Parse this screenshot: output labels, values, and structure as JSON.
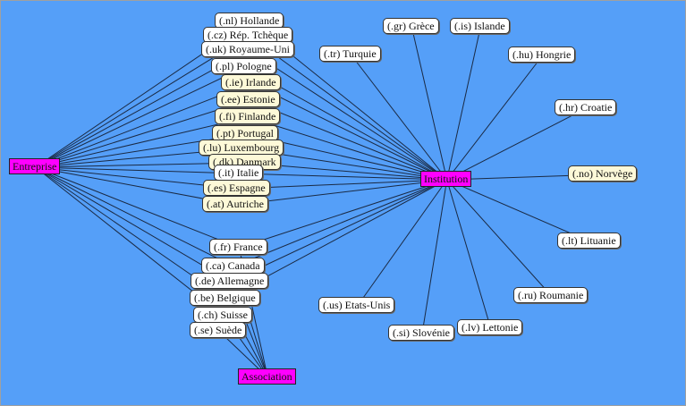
{
  "hubs": {
    "entreprise": "Entreprise",
    "institution": "Institution",
    "association": "Association"
  },
  "colors": {
    "background": "#559ff8",
    "hub": "#ff00ff",
    "node": "#ffffff",
    "node_highlight": "#fdf9d8"
  },
  "nodes": [
    {
      "id": "nl",
      "label": "(.nl) Hollande",
      "style": "white"
    },
    {
      "id": "cz",
      "label": "(.cz) Rép. Tchèque",
      "style": "white"
    },
    {
      "id": "uk",
      "label": "(.uk) Royaume-Uni",
      "style": "white"
    },
    {
      "id": "pl",
      "label": "(.pl) Pologne",
      "style": "white"
    },
    {
      "id": "ie",
      "label": "(.ie) Irlande",
      "style": "cream"
    },
    {
      "id": "ee",
      "label": "(.ee) Estonie",
      "style": "cream"
    },
    {
      "id": "fi",
      "label": "(.fi) Finlande",
      "style": "cream"
    },
    {
      "id": "pt",
      "label": "(.pt) Portugal",
      "style": "cream"
    },
    {
      "id": "lu",
      "label": "(.lu) Luxembourg",
      "style": "cream"
    },
    {
      "id": "dk",
      "label": "(.dk) Danmark",
      "style": "cream"
    },
    {
      "id": "it",
      "label": "(.it) Italie",
      "style": "white"
    },
    {
      "id": "es",
      "label": "(.es) Espagne",
      "style": "cream"
    },
    {
      "id": "at",
      "label": "(.at) Autriche",
      "style": "cream"
    },
    {
      "id": "fr",
      "label": "(.fr) France",
      "style": "white"
    },
    {
      "id": "ca",
      "label": "(.ca) Canada",
      "style": "white"
    },
    {
      "id": "de",
      "label": "(.de) Allemagne",
      "style": "white"
    },
    {
      "id": "be",
      "label": "(.be) Belgique",
      "style": "white"
    },
    {
      "id": "ch",
      "label": "(.ch) Suisse",
      "style": "white"
    },
    {
      "id": "se",
      "label": "(.se) Suède",
      "style": "white"
    },
    {
      "id": "gr",
      "label": "(.gr) Grèce",
      "style": "white"
    },
    {
      "id": "is",
      "label": "(.is) Islande",
      "style": "white"
    },
    {
      "id": "tr",
      "label": "(.tr) Turquie",
      "style": "white"
    },
    {
      "id": "hu",
      "label": "(.hu) Hongrie",
      "style": "white"
    },
    {
      "id": "hr",
      "label": "(.hr) Croatie",
      "style": "white"
    },
    {
      "id": "no",
      "label": "(.no) Norvège",
      "style": "cream"
    },
    {
      "id": "lt",
      "label": "(.lt) Lituanie",
      "style": "white"
    },
    {
      "id": "ru",
      "label": "(.ru) Roumanie",
      "style": "white"
    },
    {
      "id": "us",
      "label": "(.us) Etats-Unis",
      "style": "white"
    },
    {
      "id": "si",
      "label": "(.si) Slovénie",
      "style": "white"
    },
    {
      "id": "lv",
      "label": "(.lv) Lettonie",
      "style": "white"
    }
  ],
  "edges": {
    "entreprise": [
      "nl",
      "cz",
      "uk",
      "pl",
      "ie",
      "ee",
      "fi",
      "pt",
      "lu",
      "dk",
      "it",
      "es",
      "at",
      "fr",
      "ca",
      "de",
      "be",
      "ch"
    ],
    "institution": [
      "nl",
      "cz",
      "uk",
      "pl",
      "ie",
      "ee",
      "fi",
      "pt",
      "lu",
      "dk",
      "it",
      "es",
      "at",
      "fr",
      "ca",
      "de",
      "be",
      "gr",
      "is",
      "tr",
      "hu",
      "hr",
      "no",
      "lt",
      "ru",
      "us",
      "si",
      "lv"
    ],
    "association": [
      "fr",
      "ca",
      "de",
      "be",
      "ch",
      "se"
    ]
  }
}
